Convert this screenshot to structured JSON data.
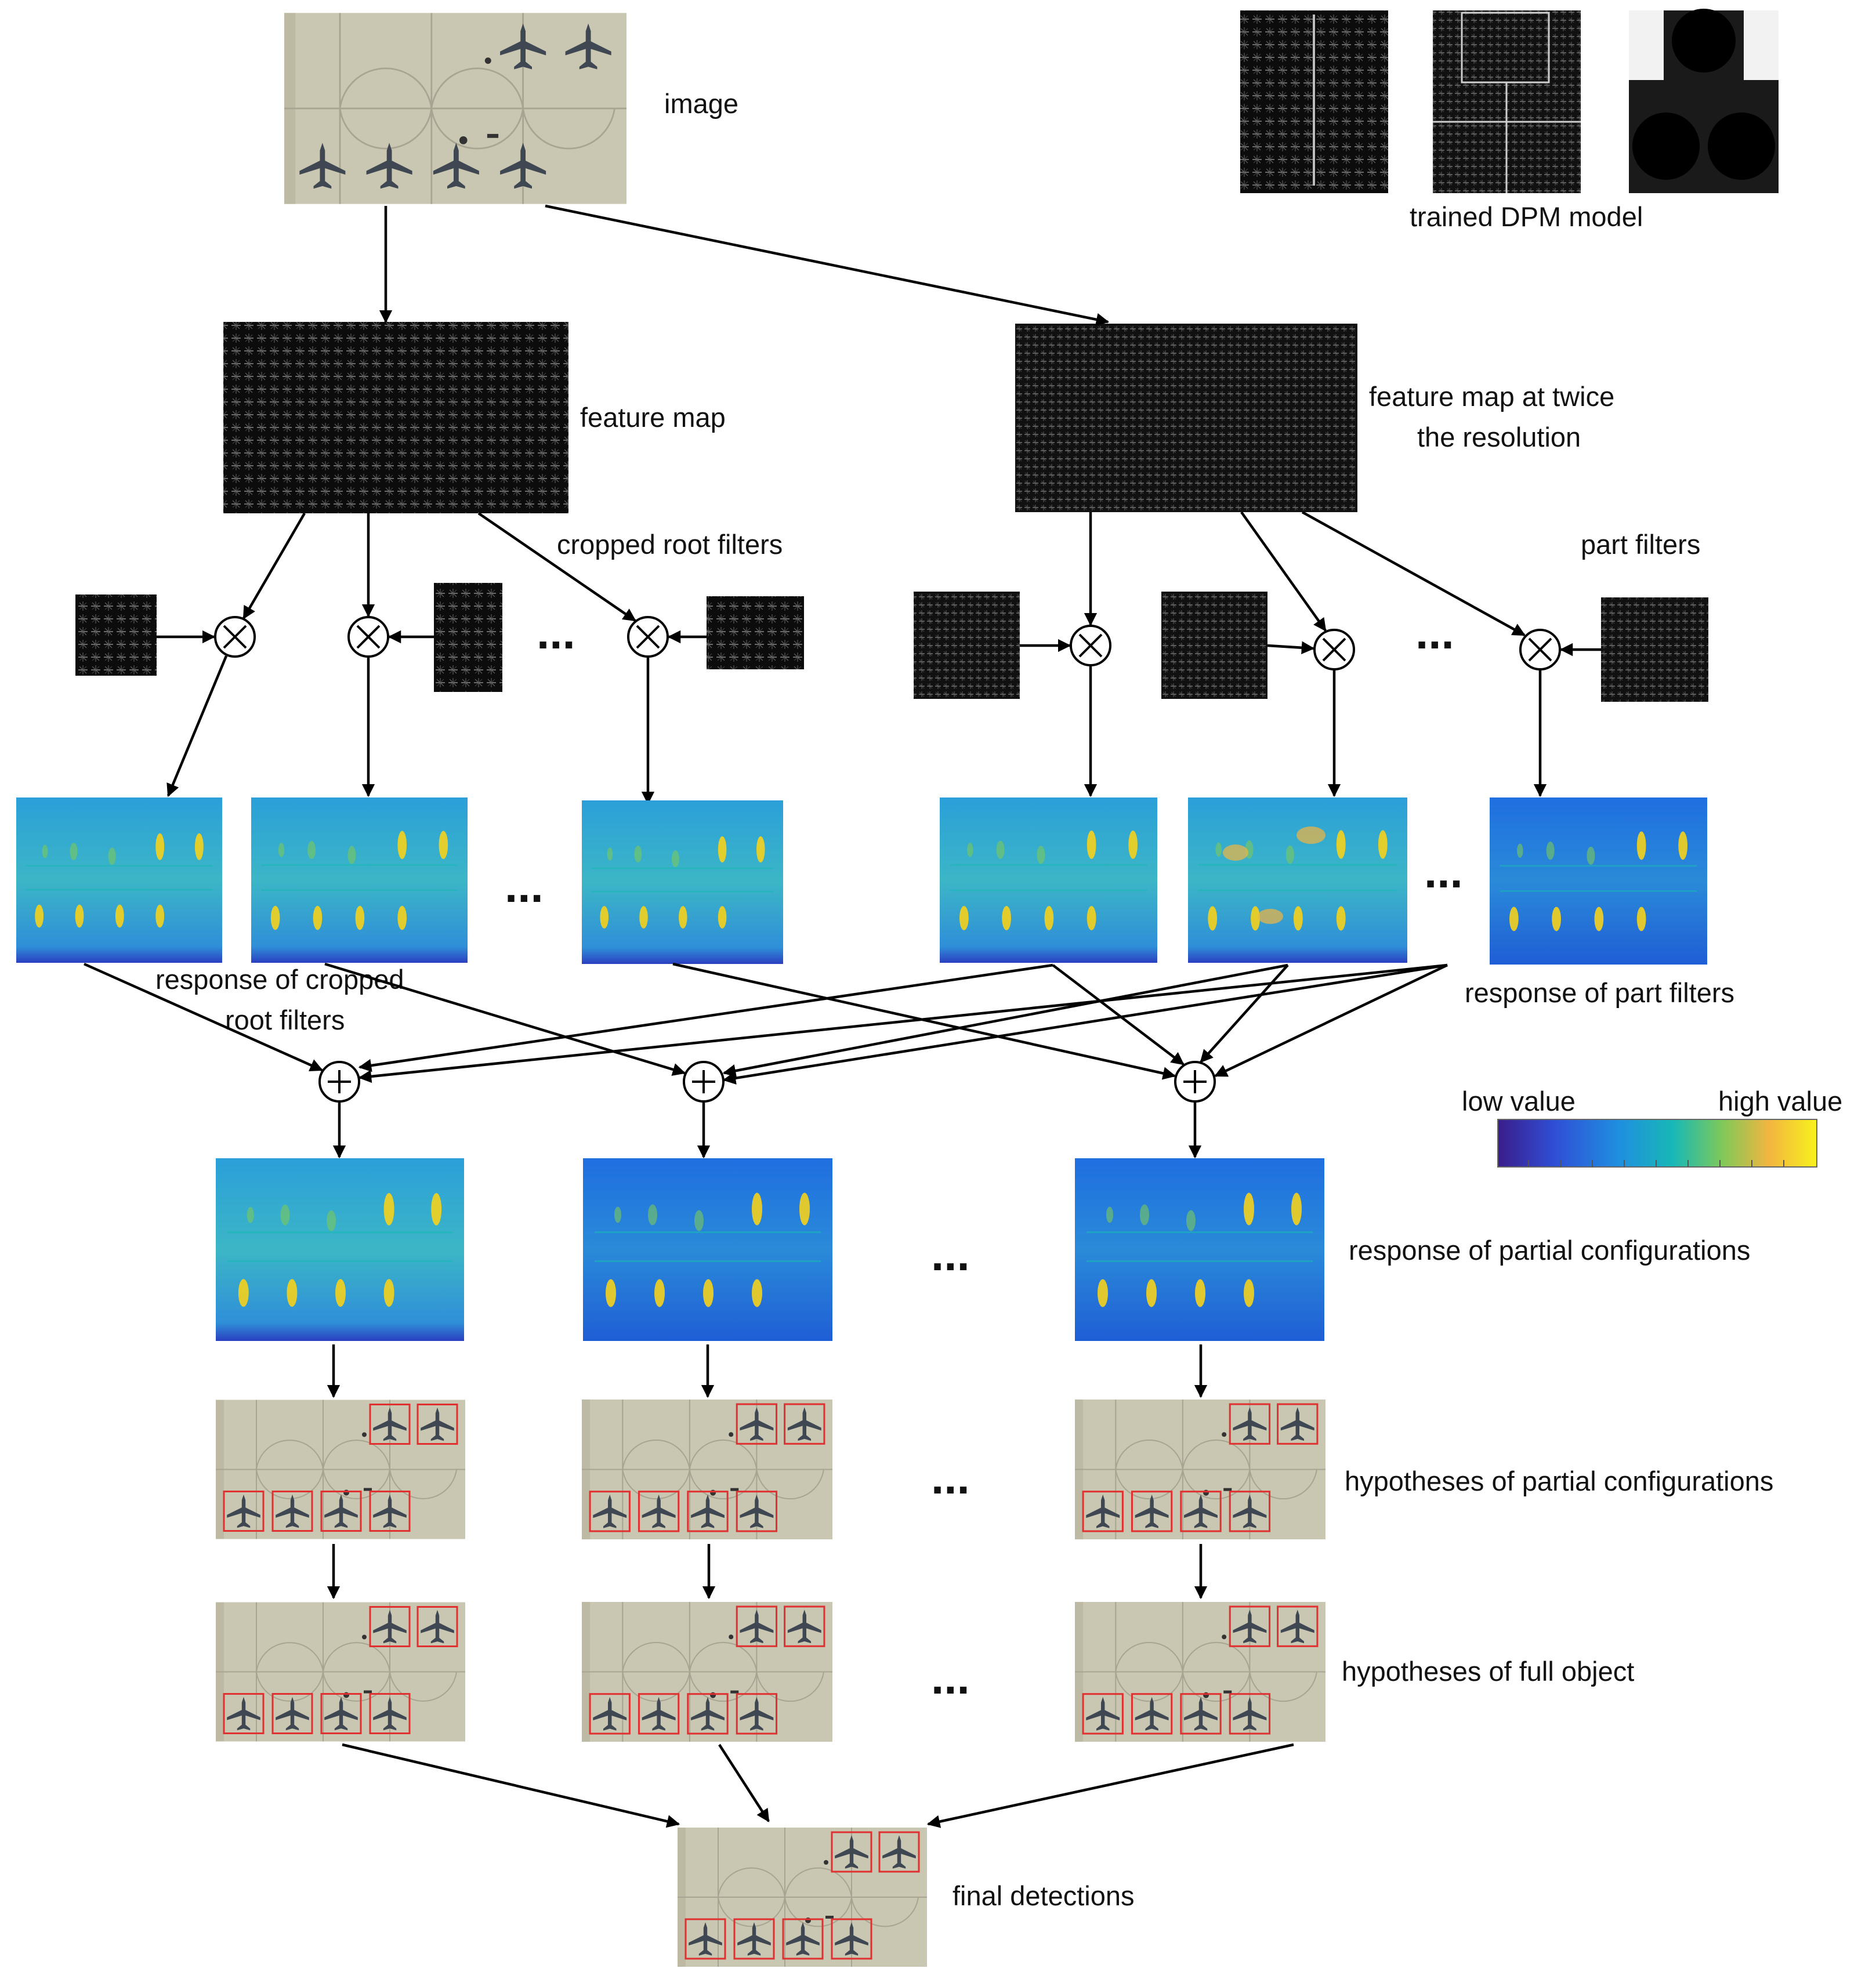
{
  "labels": {
    "image": "image",
    "trained_dpm_model": "trained DPM model",
    "feature_map": "feature map",
    "feature_map_twice_line1": "feature map at twice",
    "feature_map_twice_line2": "the resolution",
    "cropped_root_filters": "cropped root filters",
    "part_filters": "part filters",
    "response_cropped_line1": "response of cropped",
    "response_cropped_line2": "root filters",
    "response_part_filters": "response of part filters",
    "low_value": "low value",
    "high_value": "high value",
    "response_partial": "response of partial configurations",
    "hyp_partial": "hypotheses of partial configurations",
    "hyp_full": "hypotheses of full object",
    "final_detections": "final detections"
  },
  "ellipsis": "...",
  "colormap": [
    "#3a1d8a",
    "#2f4fd6",
    "#1f8fe0",
    "#18b8b6",
    "#7cc95a",
    "#f2b540",
    "#f8f21c"
  ],
  "colors": {
    "tarmac": "#c9c6b1",
    "detection_box": "#e03030",
    "response_base": "#2aa6d8",
    "response_hot": "#f5d21c",
    "feature_bg": "#111111"
  }
}
